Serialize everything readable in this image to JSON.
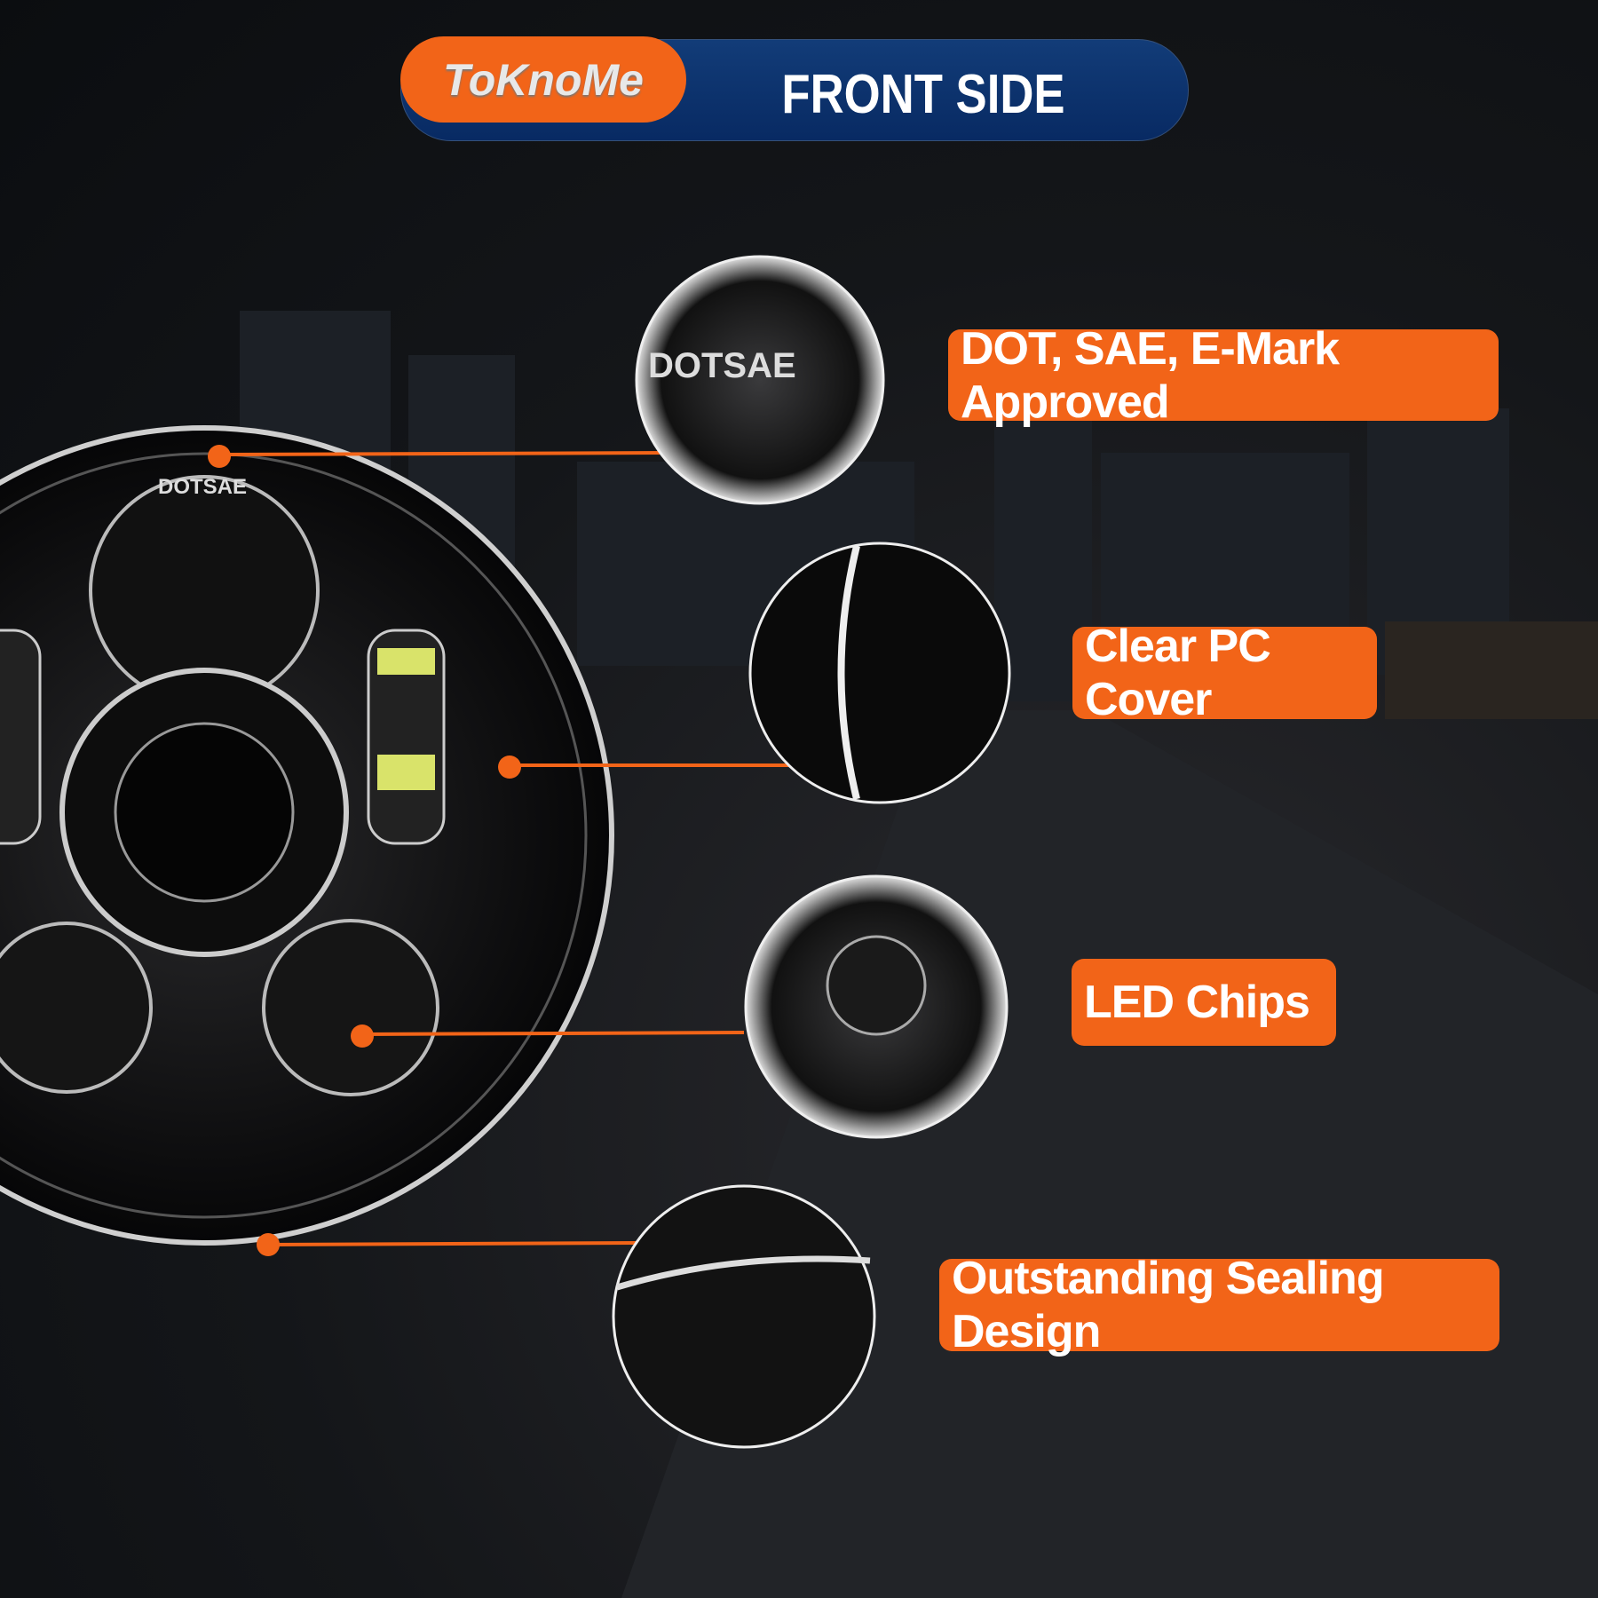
{
  "header": {
    "brand": "ToKnoMe",
    "title": "FRONT SIDE"
  },
  "features": [
    {
      "label": "DOT, SAE, E-Mark Approved",
      "icon": "dot-sae-marking-closeup"
    },
    {
      "label": "Clear PC Cover",
      "icon": "pc-cover-closeup"
    },
    {
      "label": "LED Chips",
      "icon": "led-chip-closeup"
    },
    {
      "label": "Outstanding Sealing Design",
      "icon": "sealing-closeup"
    }
  ],
  "lens_marking": "DOTSAE",
  "colors": {
    "accent": "#f26418",
    "banner": "#0a2e68",
    "background": "#141619"
  }
}
